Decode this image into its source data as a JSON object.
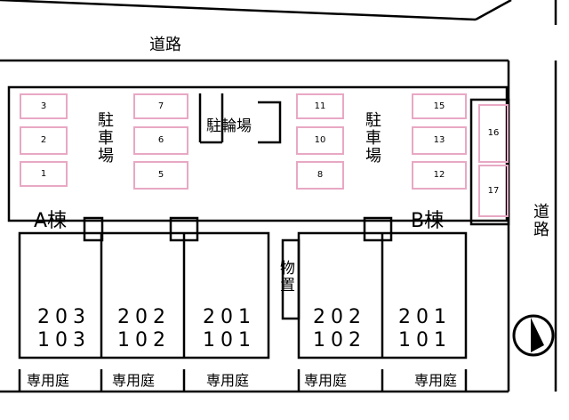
{
  "roads": {
    "north_label": "道路",
    "east_label": "道路"
  },
  "parking": {
    "left_label": "駐車場",
    "right_label": "駐車場",
    "slots": [
      "1",
      "2",
      "3",
      "5",
      "6",
      "7",
      "8",
      "10",
      "11",
      "12",
      "13",
      "15",
      "16",
      "17"
    ]
  },
  "bike_parking": {
    "label": "駐輪場"
  },
  "storage": {
    "label": "物置"
  },
  "buildings": {
    "a_label": "A棟",
    "b_label": "B棟",
    "units": [
      {
        "upper": "203",
        "lower": "103"
      },
      {
        "upper": "202",
        "lower": "102"
      },
      {
        "upper": "201",
        "lower": "101"
      },
      {
        "upper": "202",
        "lower": "102"
      },
      {
        "upper": "201",
        "lower": "101"
      }
    ]
  },
  "gardens": {
    "label": "専用庭"
  },
  "colors": {
    "slot_border": "#e8a8c4",
    "line": "#000000"
  },
  "compass": {
    "icon": "north-arrow-icon"
  }
}
